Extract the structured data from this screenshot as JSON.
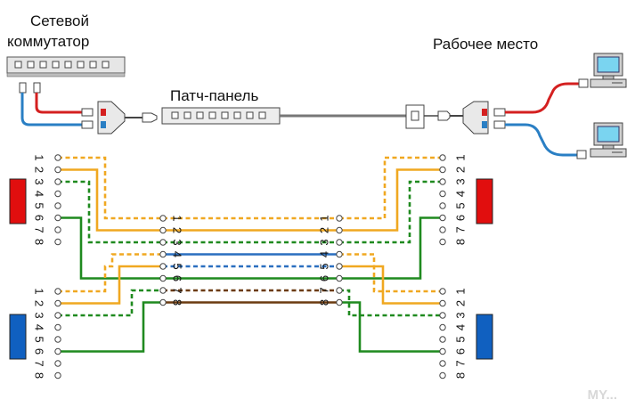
{
  "labels": {
    "switch": [
      "Сетевой",
      "коммутатор"
    ],
    "patch_panel": "Патч-панель",
    "workstation": "Рабочее место"
  },
  "pin_numbers": [
    "1",
    "2",
    "3",
    "4",
    "5",
    "6",
    "7",
    "8"
  ],
  "colors": {
    "orange": "#f0a821",
    "green": "#1f8a1f",
    "blue": "#2a6fbf",
    "brown": "#6b3b10",
    "red_cable": "#d42020",
    "blue_cable": "#2a7fc4",
    "red_block": "#e10e0e",
    "blue_block": "#1060c0",
    "device_grey": "#d9d9d9"
  },
  "icons": {
    "switch": "network-switch-icon",
    "patch_panel": "patch-panel-icon",
    "wall_socket": "wall-socket-icon",
    "computer": "computer-icon"
  },
  "watermark": "MY..."
}
